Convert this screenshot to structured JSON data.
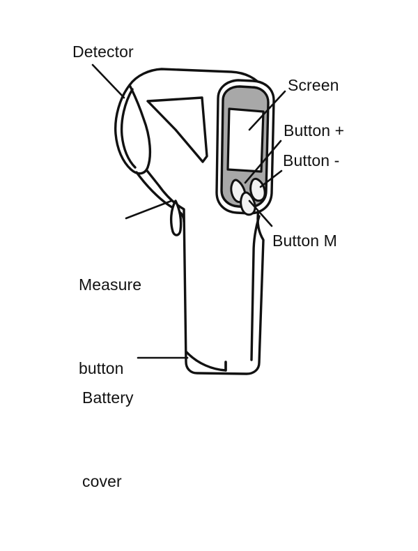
{
  "figure": {
    "subject": "infrared forehead thermometer",
    "style": "black-and-white line drawing",
    "background_color": "#ffffff",
    "stroke_color": "#111111",
    "panel_fill_color": "#a8a8a8",
    "screen_fill_color": "#ffffff",
    "button_fill_color": "#f2f2f2"
  },
  "labels": {
    "detector": "Detector",
    "screen": "Screen",
    "button_plus": "Button +",
    "button_minus": "Button -",
    "button_m": "Button M",
    "measure_button_line1": "Measure",
    "measure_button_line2": "button",
    "battery_cover_line1": "Battery",
    "battery_cover_line2": "cover"
  },
  "parts": [
    {
      "id": "detector",
      "name": "Detector"
    },
    {
      "id": "screen",
      "name": "Screen"
    },
    {
      "id": "button-plus",
      "name": "Button +"
    },
    {
      "id": "button-minus",
      "name": "Button -"
    },
    {
      "id": "button-m",
      "name": "Button M"
    },
    {
      "id": "measure-button",
      "name": "Measure button"
    },
    {
      "id": "battery-cover",
      "name": "Battery cover"
    }
  ]
}
